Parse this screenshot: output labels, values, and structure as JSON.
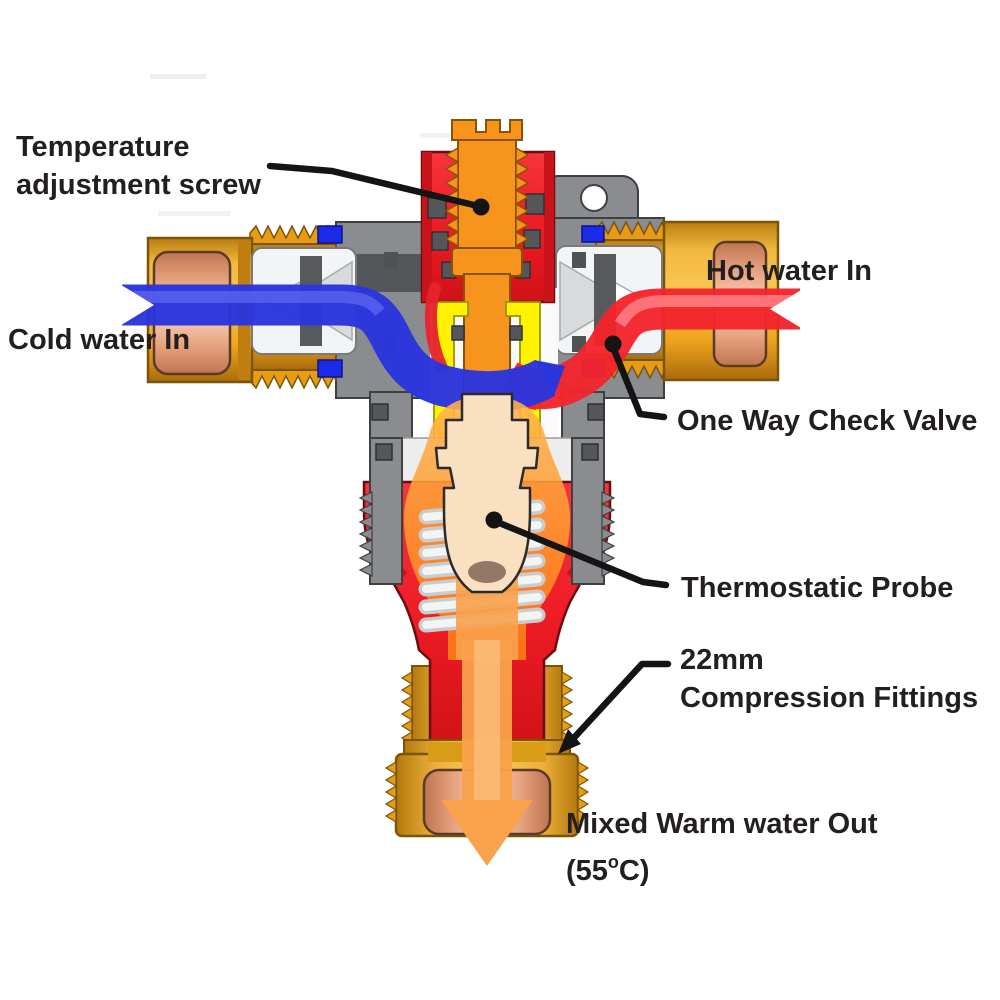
{
  "labels": {
    "temperature_screw": {
      "line1": "Temperature",
      "line2": "adjustment screw"
    },
    "cold_water_in": "Cold water In",
    "hot_water_in": "Hot water In",
    "one_way_check_valve": "One Way Check Valve",
    "thermostatic_probe": "Thermostatic Probe",
    "compression_fittings": {
      "line1": "22mm",
      "line2": "Compression Fittings"
    },
    "mixed_out": {
      "line1": "Mixed Warm water Out",
      "line2_open": "(55",
      "line2_degree": "o",
      "line2_close": "C)"
    }
  },
  "colors": {
    "background": "#FFFFFF",
    "label_text": "#231F20",
    "leader_line": "#141414",
    "brass": "#F3A81E",
    "copper": "#F7D2BE",
    "body_gray": "#8A8C8F",
    "housing_red": "#EE1C25",
    "screw_orange": "#F7941D",
    "piston_yellow": "#FFF200",
    "cold_blue": "#2B35DC",
    "hot_red": "#F3242B",
    "mixed_orange": "#F9A14B",
    "probe_cream": "#F8E0C0"
  }
}
